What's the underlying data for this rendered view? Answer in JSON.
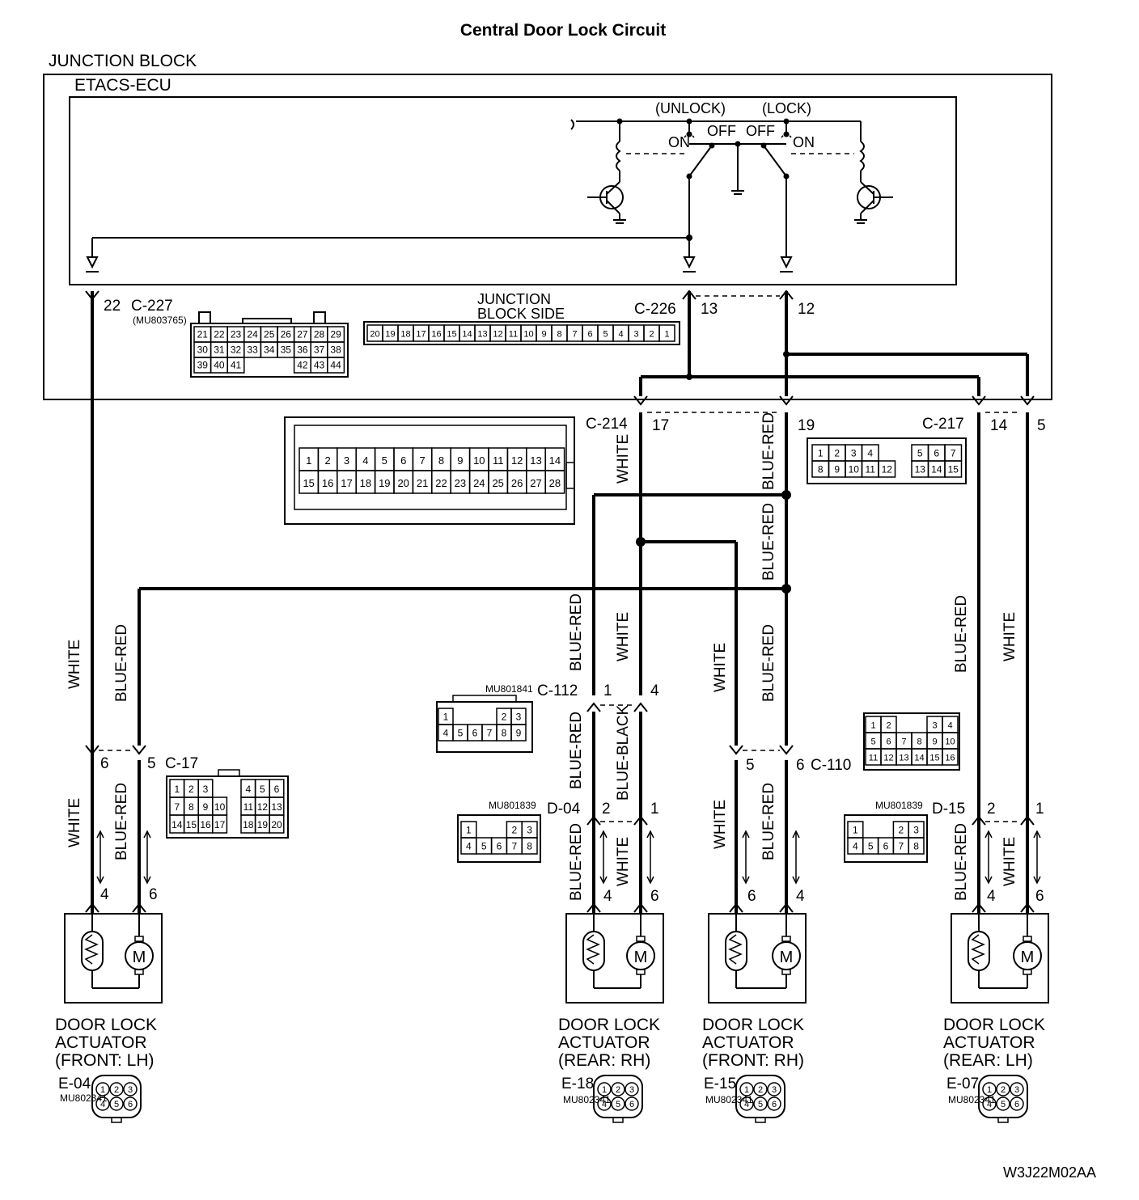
{
  "title": "Central Door Lock Circuit",
  "blocks": {
    "junction_block": "JUNCTION BLOCK",
    "etacs_ecu": "ETACS-ECU",
    "unlock": "(UNLOCK)",
    "lock": "(LOCK)",
    "on": "ON",
    "off": "OFF",
    "junction_block_side_1": "JUNCTION",
    "junction_block_side_2": "BLOCK SIDE"
  },
  "connectors": {
    "c227": "C-227",
    "c227_part": "(MU803765)",
    "c226": "C-226",
    "c214": "C-214",
    "c217": "C-217",
    "c112": "C-112",
    "c112_part": "MU801841",
    "c17": "C-17",
    "c110": "C-110",
    "d04": "D-04",
    "d04_part": "MU801839",
    "d15": "D-15",
    "d15_part": "MU801839",
    "e04": "E-04",
    "e18": "E-18",
    "e15": "E-15",
    "e07": "E-07",
    "actuator_part": "MU802341"
  },
  "pins": {
    "p22": "22",
    "p13": "13",
    "p12": "12",
    "p17": "17",
    "p19": "19",
    "p14": "14",
    "p5": "5",
    "p6": "6",
    "p1": "1",
    "p2": "2",
    "p4": "4"
  },
  "wires": {
    "white": "WHITE",
    "blue_red": "BLUE-RED",
    "blue_black": "BLUE-BLACK"
  },
  "actuators": [
    {
      "l1": "DOOR LOCK",
      "l2": "ACTUATOR",
      "l3": "(FRONT: LH)"
    },
    {
      "l1": "DOOR LOCK",
      "l2": "ACTUATOR",
      "l3": "(REAR: RH)"
    },
    {
      "l1": "DOOR LOCK",
      "l2": "ACTUATOR",
      "l3": "(FRONT: RH)"
    },
    {
      "l1": "DOOR LOCK",
      "l2": "ACTUATOR",
      "l3": "(REAR: LH)"
    }
  ],
  "motor_symbol": "M",
  "connector_grids": {
    "c227": [
      [
        "21",
        "22",
        "23",
        "24",
        "25",
        "26",
        "27",
        "28",
        "29"
      ],
      [
        "30",
        "31",
        "32",
        "33",
        "34",
        "35",
        "36",
        "37",
        "38"
      ],
      [
        "39",
        "40",
        "41",
        "",
        "",
        "",
        "42",
        "43",
        "44"
      ]
    ],
    "c226": [
      "20",
      "19",
      "18",
      "17",
      "16",
      "15",
      "14",
      "13",
      "12",
      "11",
      "10",
      "9",
      "8",
      "7",
      "6",
      "5",
      "4",
      "3",
      "2",
      "1"
    ],
    "c214": [
      [
        "1",
        "2",
        "3",
        "4",
        "5",
        "6",
        "7",
        "8",
        "9",
        "10",
        "11",
        "12",
        "13",
        "14"
      ],
      [
        "15",
        "16",
        "17",
        "18",
        "19",
        "20",
        "21",
        "22",
        "23",
        "24",
        "25",
        "26",
        "27",
        "28"
      ]
    ],
    "c217": [
      [
        "1",
        "2",
        "3",
        "4",
        "",
        "",
        "5",
        "6",
        "7"
      ],
      [
        "8",
        "9",
        "10",
        "11",
        "12",
        "",
        "13",
        "14",
        "15"
      ]
    ],
    "c112": [
      [
        "1",
        "",
        "",
        "",
        "2",
        "3"
      ],
      [
        "4",
        "5",
        "6",
        "7",
        "8",
        "9"
      ]
    ],
    "c17": [
      [
        "1",
        "2",
        "3",
        "",
        "",
        "4",
        "5",
        "6"
      ],
      [
        "7",
        "8",
        "9",
        "10",
        "",
        "11",
        "12",
        "13"
      ],
      [
        "14",
        "15",
        "16",
        "17",
        "",
        "18",
        "19",
        "20"
      ]
    ],
    "d": [
      [
        "1",
        "",
        "",
        "2",
        "3"
      ],
      [
        "4",
        "5",
        "6",
        "7",
        "8"
      ]
    ],
    "c110": [
      [
        "1",
        "2",
        "",
        "",
        "3",
        "4"
      ],
      [
        "5",
        "6",
        "7",
        "8",
        "9",
        "10"
      ],
      [
        "11",
        "12",
        "13",
        "14",
        "15",
        "16"
      ]
    ],
    "e": [
      "1",
      "2",
      "3",
      "4",
      "5",
      "6"
    ]
  },
  "footer_code": "W3J22M02AA"
}
